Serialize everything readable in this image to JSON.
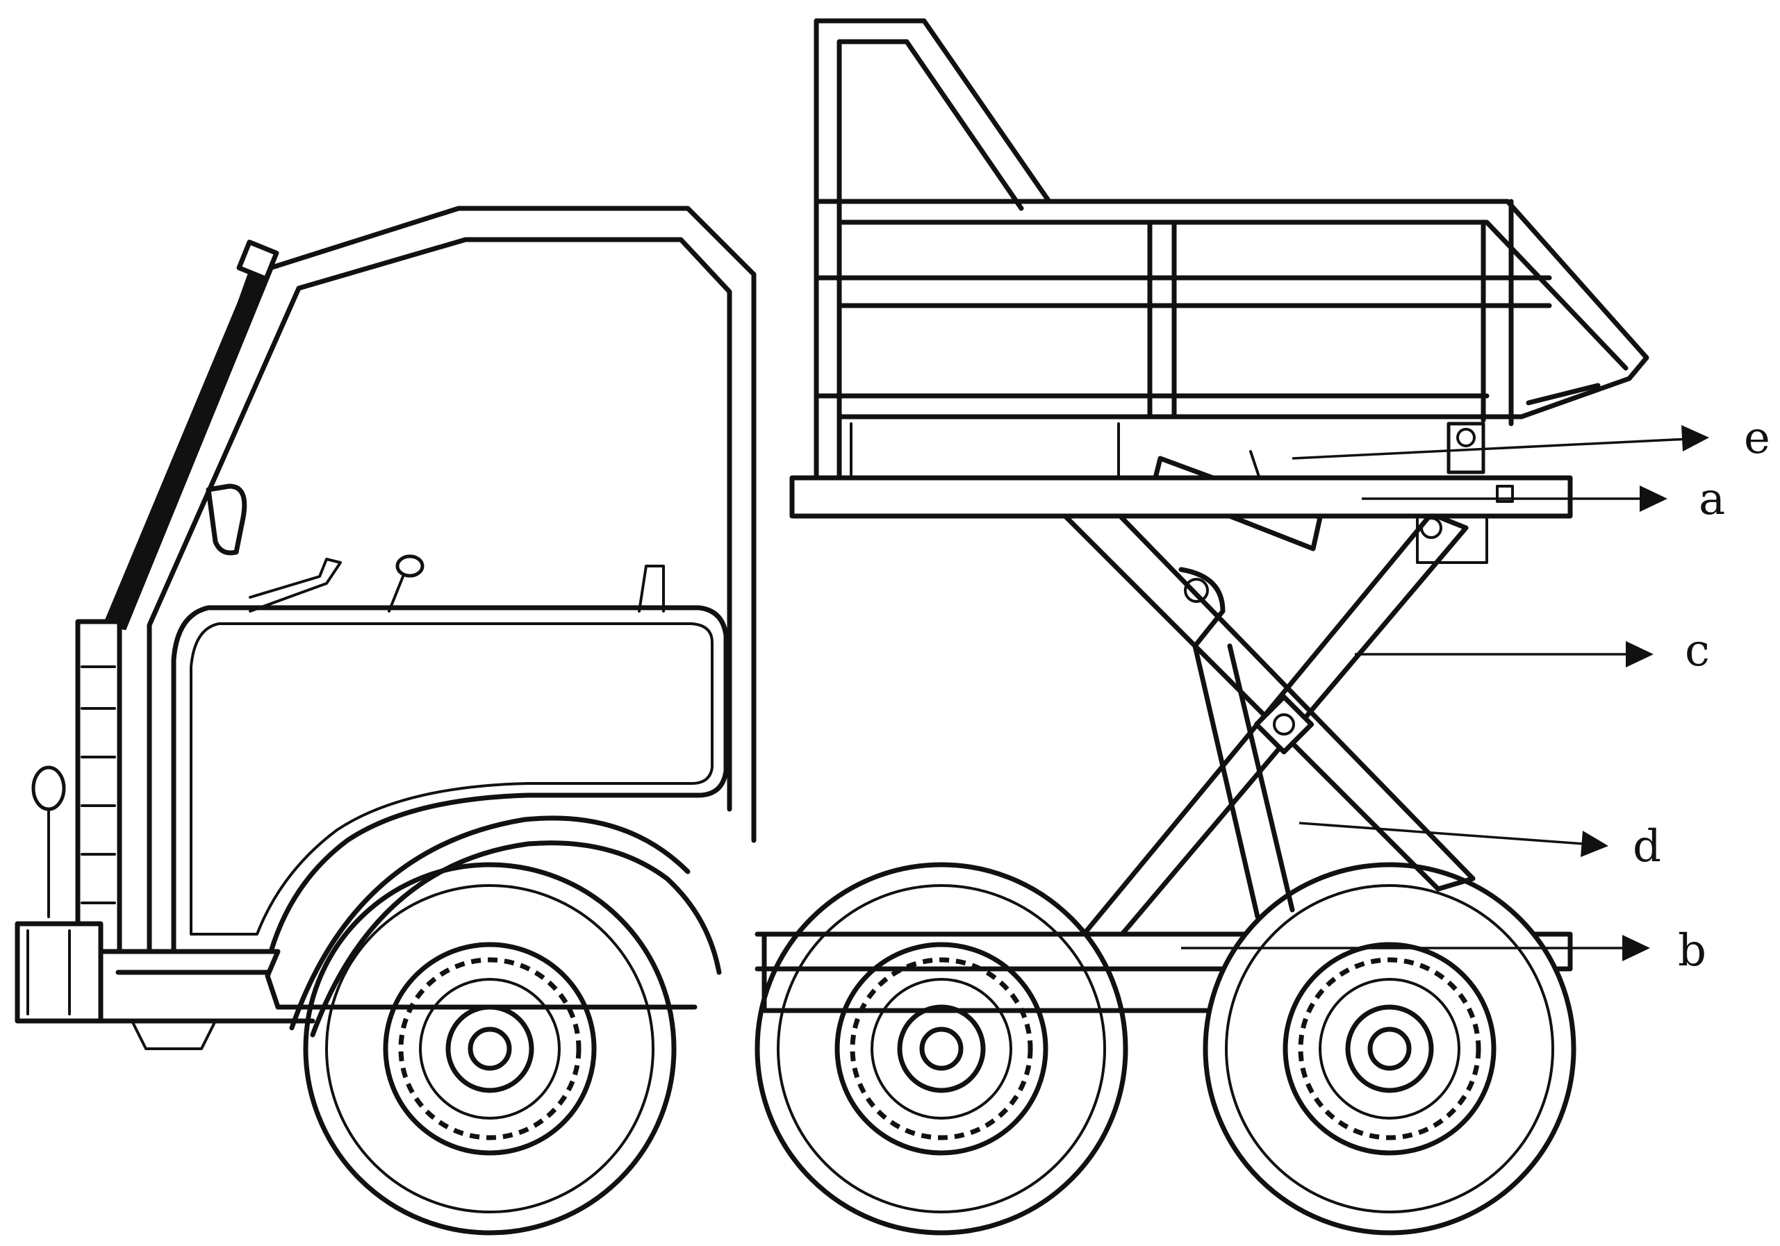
{
  "labels": {
    "a": "a",
    "b": "b",
    "c": "c",
    "d": "d",
    "e": "e"
  },
  "colors": {
    "line": "#111111",
    "background": "#ffffff"
  }
}
